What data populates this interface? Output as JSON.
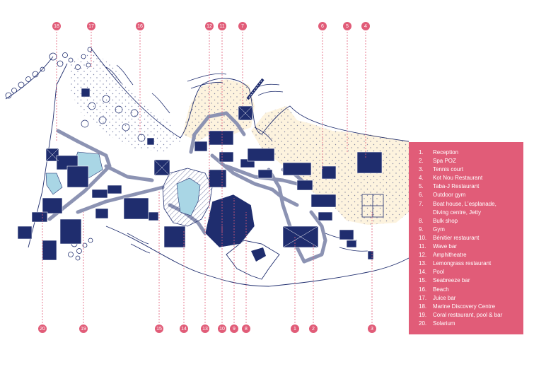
{
  "colors": {
    "accent": "#e15c78",
    "building": "#1f2d6e",
    "path": "#8c93b3",
    "pool": "#a9d6e5",
    "sand": "#fdf3de"
  },
  "markers": {
    "top": [
      "18",
      "17",
      "16",
      "12",
      "11",
      "7",
      "6",
      "5",
      "4"
    ],
    "bottom": [
      "20",
      "19",
      "15",
      "14",
      "13",
      "10",
      "9",
      "8",
      "1",
      "2",
      "3"
    ]
  },
  "legend": [
    {
      "num": "1.",
      "label": "Reception"
    },
    {
      "num": "2.",
      "label": "Spa POZ"
    },
    {
      "num": "3.",
      "label": "Tennis court"
    },
    {
      "num": "4.",
      "label": "Kot Nou Restaurant"
    },
    {
      "num": "5.",
      "label": "Taba-J Restaurant"
    },
    {
      "num": "6.",
      "label": "Outdoor gym"
    },
    {
      "num": "7.",
      "label": "Boat house, L’esplanade,\nDiving centre, Jetty"
    },
    {
      "num": "8.",
      "label": "Bulk shop"
    },
    {
      "num": "9.",
      "label": "Gym"
    },
    {
      "num": "10.",
      "label": "Bénitier restaurant"
    },
    {
      "num": "11.",
      "label": "Wave bar"
    },
    {
      "num": "12.",
      "label": "Amphitheatre"
    },
    {
      "num": "13.",
      "label": "Lemongrass restaurant"
    },
    {
      "num": "14.",
      "label": "Pool"
    },
    {
      "num": "15.",
      "label": "Seabreeze bar"
    },
    {
      "num": "16.",
      "label": "Beach"
    },
    {
      "num": "17.",
      "label": "Juice bar"
    },
    {
      "num": "18.",
      "label": "Marine Discovery Centre"
    },
    {
      "num": "19.",
      "label": "Coral restaurant, pool & bar"
    },
    {
      "num": "20.",
      "label": "Solarium"
    }
  ]
}
